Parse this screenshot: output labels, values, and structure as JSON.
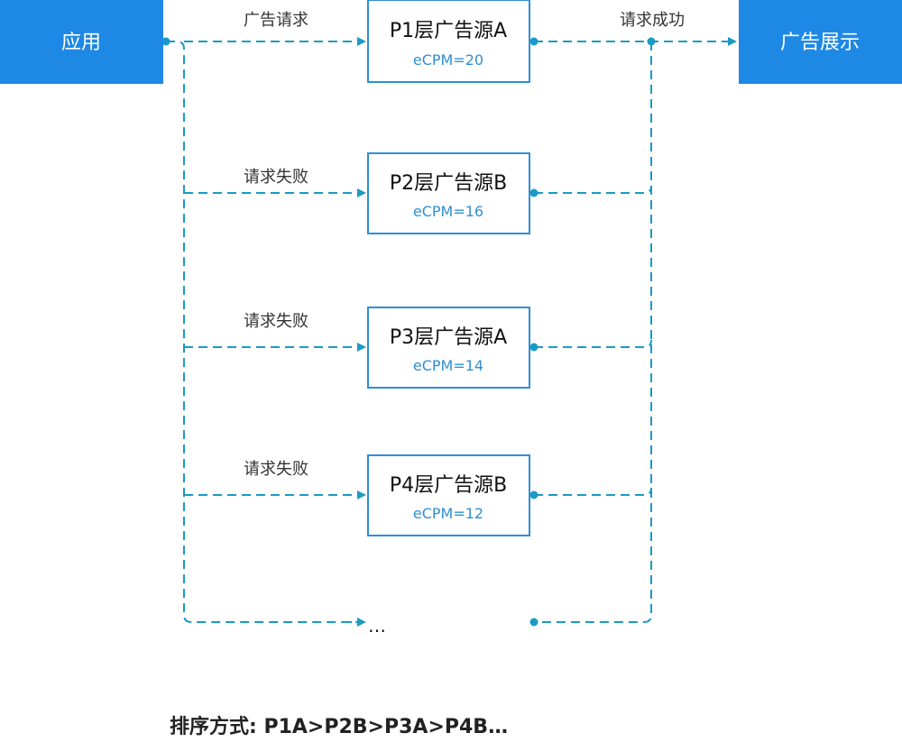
{
  "colors": {
    "block_fill": "#1e88e5",
    "line": "#1b9ac4",
    "box_border": "#2f8fd6",
    "ecpm_text": "#2f8fd6"
  },
  "app": {
    "label": "应用"
  },
  "display": {
    "label": "广告展示"
  },
  "sources": [
    {
      "title": "P1层广告源A",
      "ecpm": "eCPM=20"
    },
    {
      "title": "P2层广告源B",
      "ecpm": "eCPM=16"
    },
    {
      "title": "P3层广告源A",
      "ecpm": "eCPM=14"
    },
    {
      "title": "P4层广告源B",
      "ecpm": "eCPM=12"
    }
  ],
  "edge_labels": {
    "request": "广告请求",
    "fail_2": "请求失败",
    "fail_3": "请求失败",
    "fail_4": "请求失败",
    "success": "请求成功"
  },
  "ellipsis": "…",
  "footer": "排序方式: P1A>P2B>P3A>P4B…"
}
